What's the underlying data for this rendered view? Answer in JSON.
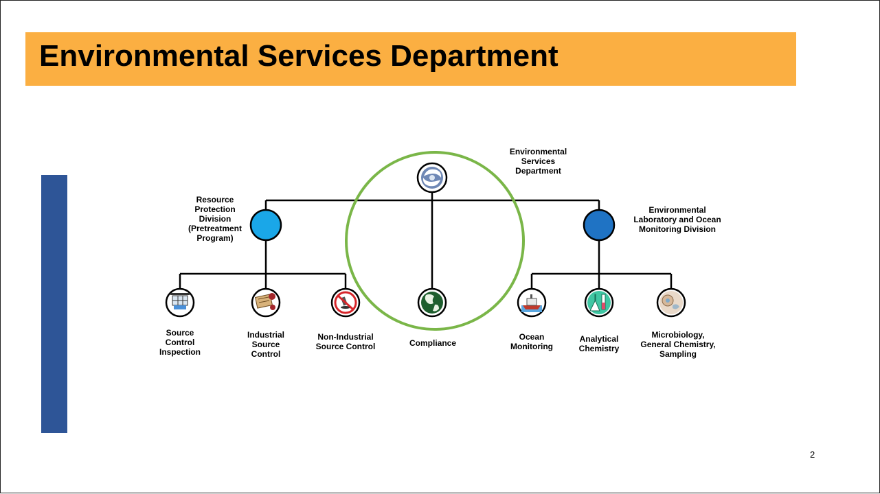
{
  "title": "Environmental Services Department",
  "page_number": "2",
  "colors": {
    "title_band": "#FBAF42",
    "side_bar": "#2E5597",
    "highlight_ring": "#7AB648",
    "node_light_blue": "#1AA7E8",
    "node_dark_blue": "#1F73C4"
  },
  "nodes": {
    "department": {
      "label": "Environmental\nServices\nDepartment",
      "icon": "swirl-logo-icon"
    },
    "resource_protection": {
      "label": "Resource\nProtection\nDivision\n(Pretreatment\nProgram)"
    },
    "lab_ocean": {
      "label": "Environmental\nLaboratory and Ocean\nMonitoring Division"
    },
    "source_control_inspection": {
      "label": "Source\nControl\nInspection",
      "icon": "inspection-icon"
    },
    "industrial_source_control": {
      "label": "Industrial\nSource\nControl",
      "icon": "industrial-icon"
    },
    "non_industrial_source_control": {
      "label": "Non-Industrial\nSource Control",
      "icon": "no-dumping-icon"
    },
    "compliance": {
      "label": "Compliance",
      "icon": "globe-icon"
    },
    "ocean_monitoring": {
      "label": "Ocean\nMonitoring",
      "icon": "ship-icon"
    },
    "analytical_chemistry": {
      "label": "Analytical\nChemistry",
      "icon": "flask-icon"
    },
    "microbiology": {
      "label": "Microbiology,\nGeneral Chemistry,\nSampling",
      "icon": "petri-dish-icon"
    }
  }
}
